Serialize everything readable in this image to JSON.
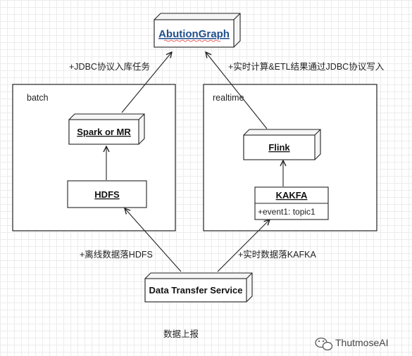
{
  "diagram": {
    "top_node": {
      "label": "AbutionGraph"
    },
    "groups": {
      "batch": {
        "label": "batch"
      },
      "realtime": {
        "label": "realtime"
      }
    },
    "batch_nodes": {
      "spark": {
        "label": "Spark or MR"
      },
      "hdfs": {
        "label": "HDFS"
      }
    },
    "realtime_nodes": {
      "flink": {
        "label": "Flink"
      },
      "kafka": {
        "label": "KAKFA",
        "attribute": "+event1: topic1"
      }
    },
    "source_node": {
      "label": "Data Transfer Service"
    },
    "edge_labels": {
      "batch_to_graph": "+JDBC协议入库任务",
      "realtime_to_graph": "+实时计算&ETL结果通过JDBC协议写入",
      "source_to_hdfs": "+离线数据落HDFS",
      "source_to_kafka": "+实时数据落KAFKA"
    },
    "caption": "数据上报"
  },
  "watermark": {
    "text": "ThutmoseAI",
    "icon": "wechat-icon"
  },
  "colors": {
    "title_blue": "#1f4e8c",
    "line": "#222222",
    "box_shadow": "#e4e4e4"
  }
}
